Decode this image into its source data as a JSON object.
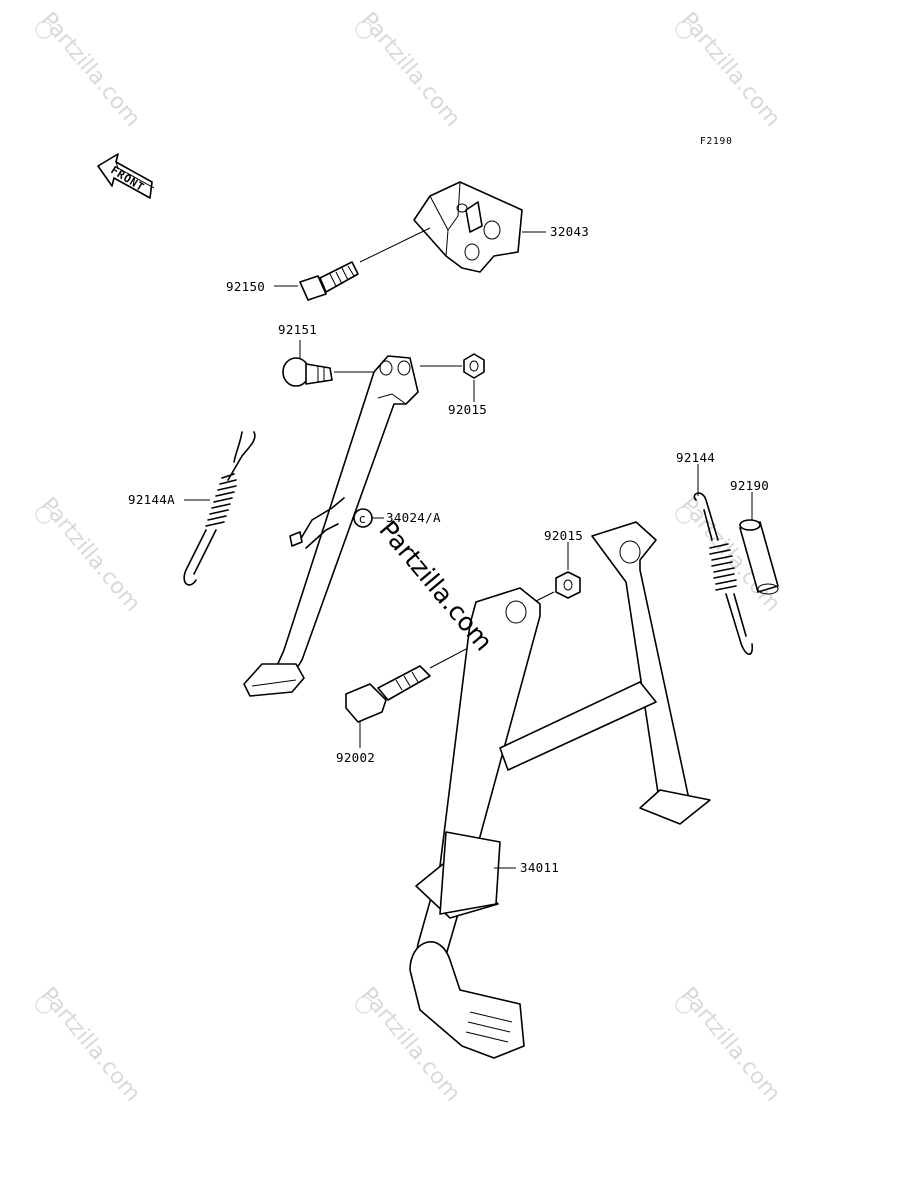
{
  "diagram": {
    "figure_code": "F2190",
    "front_label": "FRONT",
    "center_watermark": "Partzilla.com",
    "watermarks": [
      "Partzilla.com",
      "Partzilla.com",
      "Partzilla.com",
      "Partzilla.com",
      "Partzilla.com",
      "Partzilla.com",
      "Partzilla.com",
      "Partzilla.com"
    ],
    "callouts": [
      {
        "id": "32043",
        "label": "32043"
      },
      {
        "id": "92150",
        "label": "92150"
      },
      {
        "id": "92151",
        "label": "92151"
      },
      {
        "id": "92015a",
        "label": "92015"
      },
      {
        "id": "92144A",
        "label": "92144A"
      },
      {
        "id": "34024A",
        "label": "34024/A"
      },
      {
        "id": "92015b",
        "label": "92015"
      },
      {
        "id": "92144",
        "label": "92144"
      },
      {
        "id": "92190",
        "label": "92190"
      },
      {
        "id": "92002",
        "label": "92002"
      },
      {
        "id": "34011",
        "label": "34011"
      }
    ]
  }
}
